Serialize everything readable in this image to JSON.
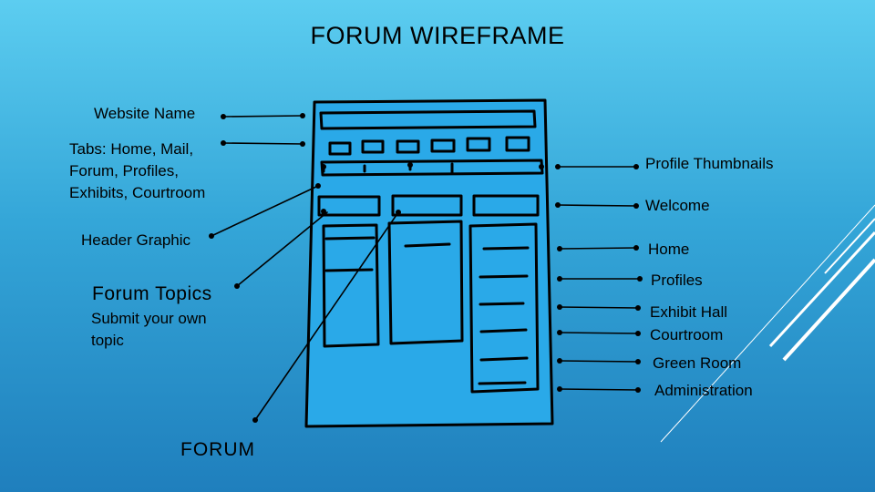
{
  "title": "FORUM WIREFRAME",
  "left_labels": {
    "website_name": "Website Name",
    "tabs": [
      "Tabs: Home, Mail,",
      "Forum, Profiles,",
      "Exhibits, Courtroom"
    ],
    "header_graphic": "Header Graphic",
    "forum_topics": "Forum Topics",
    "submit_topic": [
      "Submit your own",
      "topic"
    ],
    "forum": "FORUM"
  },
  "right_labels": {
    "profile_thumbnails": "Profile Thumbnails",
    "welcome": "Welcome",
    "home": "Home",
    "profiles": "Profiles",
    "exhibit_hall": "Exhibit Hall",
    "courtroom": "Courtroom",
    "green_room": "Green Room",
    "administration": "Administration"
  },
  "colors": {
    "background_top": "#5ccdf0",
    "background_bottom": "#1f7fbd",
    "sketch_fill": "#2aa9e8",
    "ink": "#000000",
    "accent_lines": "#ffffff"
  }
}
